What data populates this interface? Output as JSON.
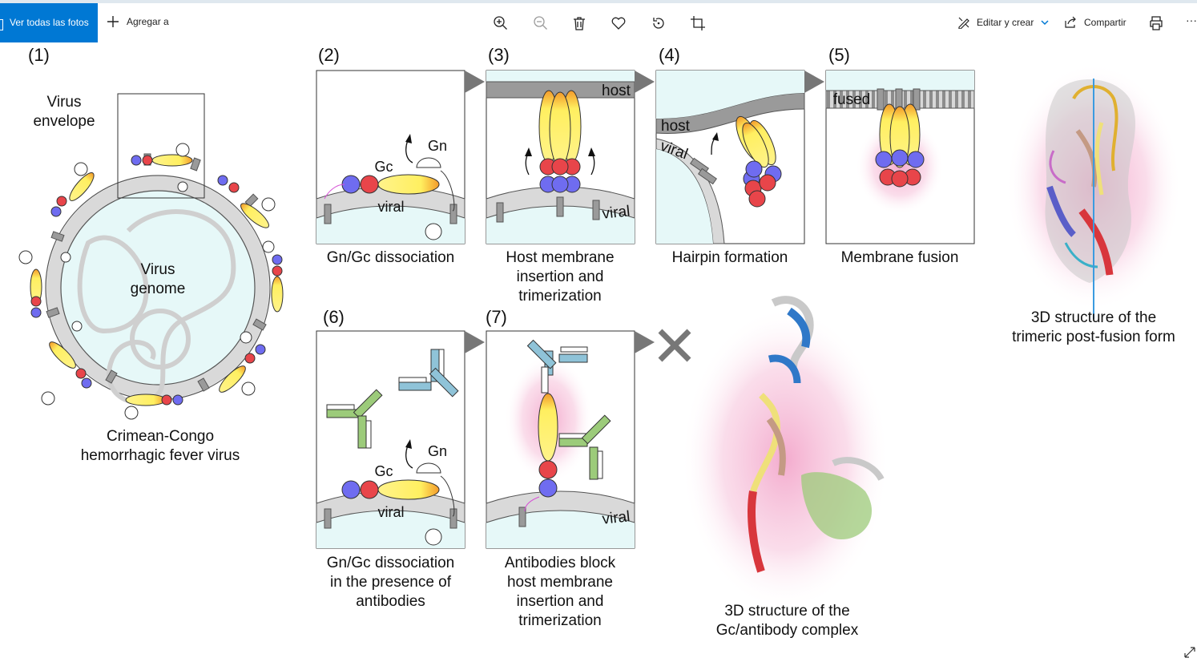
{
  "toolbar": {
    "view_all": "Ver todas las fotos",
    "add_to": "Agregar a",
    "edit_create": "Editar y crear",
    "share": "Compartir",
    "more": "···"
  },
  "figure": {
    "panel_numbers": [
      "(1)",
      "(2)",
      "(3)",
      "(4)",
      "(5)",
      "(6)",
      "(7)"
    ],
    "virus_envelope": "Virus\nenvelope",
    "virus_genome": "Virus\ngenome",
    "virus_name": "Crimean-Congo\nhemorrhagic fever virus",
    "tag_viral": "viral",
    "tag_host": "host",
    "tag_fused": "fused",
    "tag_gc": "Gc",
    "tag_gn": "Gn",
    "caption_2": "Gn/Gc dissociation",
    "caption_3": "Host membrane\ninsertion and\ntrimerization",
    "caption_4": "Hairpin formation",
    "caption_5": "Membrane fusion",
    "caption_6": "Gn/Gc dissociation\nin the presence of\nantibodies",
    "caption_7": "Antibodies block\nhost membrane\ninsertion and\ntrimerization",
    "caption_trimer": "3D structure of the\ntrimeric post-fusion form",
    "caption_complex": "3D structure of the\nGc/antibody complex"
  },
  "colors": {
    "accent": "#0078d4",
    "yellow": "#ffef7a",
    "orange": "#f39a2a",
    "red": "#e8454a",
    "blue": "#6f6cf0",
    "membrane_fill": "#e6f8f8",
    "gray": "#8c8c8c",
    "glow": "#f7b9d6"
  }
}
